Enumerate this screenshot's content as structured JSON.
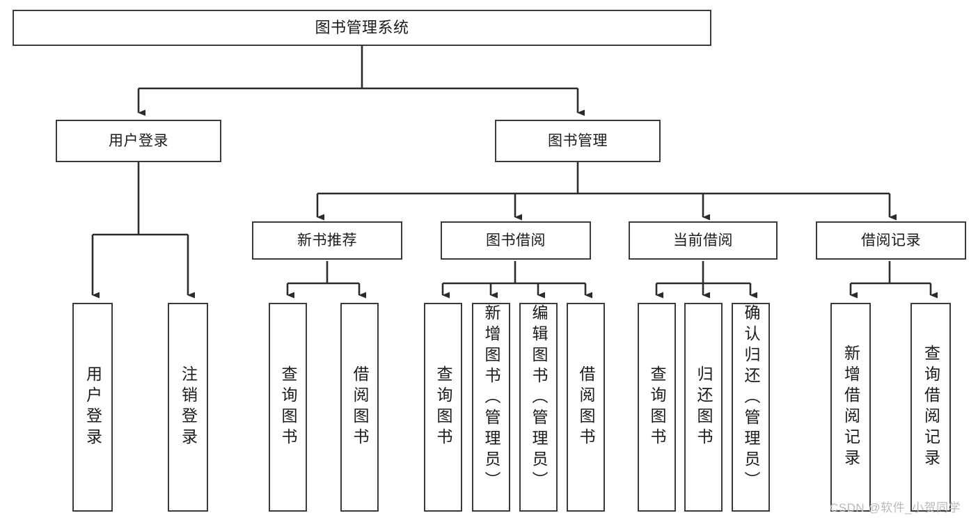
{
  "diagram": {
    "type": "tree",
    "title": "图书管理系统",
    "orientation": "top-down",
    "colors": {
      "background": "#ffffff",
      "box_border": "#3a3a3a",
      "edge": "#2b2b2b",
      "text": "#1b1b1b",
      "watermark": "#b9b9b9"
    }
  },
  "nodes": {
    "root": {
      "label": "图书管理系统"
    },
    "tier2": [
      {
        "label": "用户登录"
      },
      {
        "label": "图书管理"
      }
    ],
    "tier3": [
      {
        "label": "新书推荐"
      },
      {
        "label": "图书借阅"
      },
      {
        "label": "当前借阅"
      },
      {
        "label": "借阅记录"
      }
    ],
    "leaves": {
      "user_login": [
        {
          "label": "用户登录"
        },
        {
          "label": "注销登录"
        }
      ],
      "new_book_recommend": [
        {
          "label": "查询图书"
        },
        {
          "label": "借阅图书"
        }
      ],
      "book_borrow": [
        {
          "label": "查询图书"
        },
        {
          "label": "新增图书（管理员）"
        },
        {
          "label": "编辑图书（管理员）"
        },
        {
          "label": "借阅图书"
        }
      ],
      "current_borrow": [
        {
          "label": "查询图书"
        },
        {
          "label": "归还图书"
        },
        {
          "label": "确认归还（管理员）"
        }
      ],
      "borrow_record": [
        {
          "label": "新增借阅记录"
        },
        {
          "label": "查询借阅记录"
        }
      ]
    }
  },
  "watermark": {
    "text": "CSDN @软件_小贺同学"
  }
}
